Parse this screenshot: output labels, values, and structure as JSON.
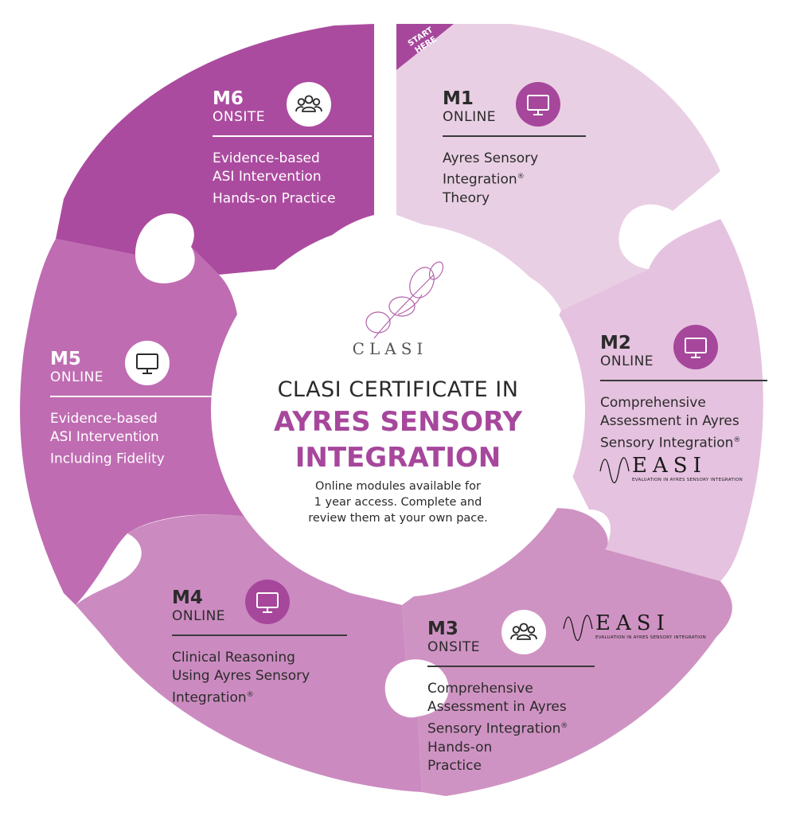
{
  "colors": {
    "m1": "#e9cfe4",
    "m2": "#e5c2df",
    "m3": "#cf93c3",
    "m4": "#cb8bc0",
    "m5": "#bf6cb2",
    "m6": "#ab4b9f",
    "accent": "#a6479c",
    "icon_dark": "#a6479c",
    "icon_light": "#ffffff"
  },
  "start_badge": "START\nHERE",
  "logo": {
    "word": "CLASI"
  },
  "center": {
    "title_line1": "CLASI CERTIFICATE IN",
    "title_line2": "AYRES SENSORY\nINTEGRATION",
    "note": "Online modules available for\n1 year access. Complete and\nreview them at your own pace."
  },
  "easi_logo": {
    "word": "EASI",
    "subtitle": "EVALUATION IN AYRES SENSORY INTEGRATION"
  },
  "modules": [
    {
      "code": "M1",
      "mode": "ONLINE",
      "icon": "monitor-icon",
      "desc": "Ayres Sensory\nIntegration",
      "reg": "®",
      "desc_end": "\nTheory"
    },
    {
      "code": "M2",
      "mode": "ONLINE",
      "icon": "monitor-icon",
      "desc": "Comprehensive\nAssessment in Ayres\nSensory Integration",
      "reg": "®",
      "desc_end": ""
    },
    {
      "code": "M3",
      "mode": "ONSITE",
      "icon": "group-icon",
      "desc": "Comprehensive\nAssessment in Ayres\nSensory Integration",
      "reg": "®",
      "desc_end": "\nHands-on\nPractice"
    },
    {
      "code": "M4",
      "mode": "ONLINE",
      "icon": "monitor-icon",
      "desc": "Clinical Reasoning\nUsing Ayres Sensory\nIntegration",
      "reg": "®",
      "desc_end": ""
    },
    {
      "code": "M5",
      "mode": "ONLINE",
      "icon": "monitor-icon",
      "desc": "Evidence-based\nASI Intervention\nIncluding Fidelity",
      "reg": "",
      "desc_end": ""
    },
    {
      "code": "M6",
      "mode": "ONSITE",
      "icon": "group-icon",
      "desc": "Evidence-based\nASI Intervention\nHands-on Practice",
      "reg": "",
      "desc_end": ""
    }
  ]
}
